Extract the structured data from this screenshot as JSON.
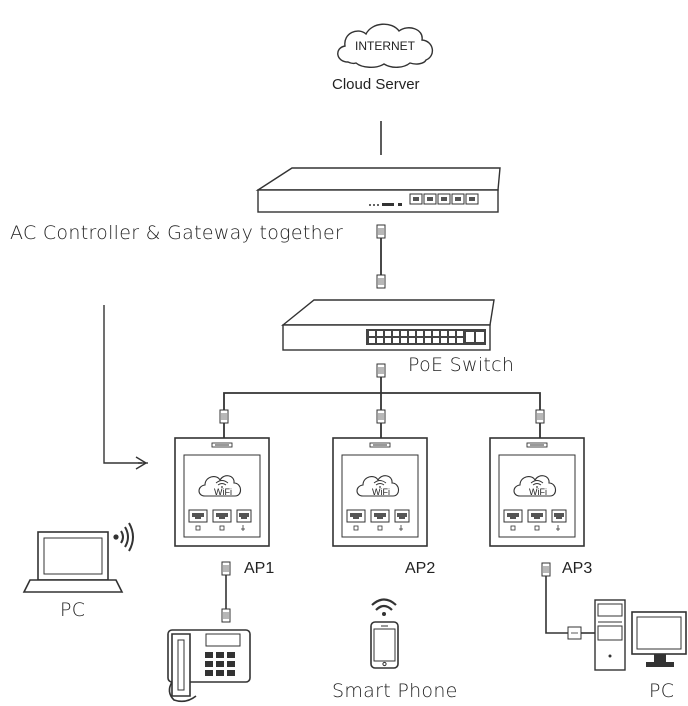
{
  "cloud": {
    "text": "INTERNET",
    "label": "Cloud Server"
  },
  "gateway": {
    "label": "AC Controller & Gateway together"
  },
  "switch": {
    "label": "PoE Switch"
  },
  "access_points": [
    {
      "label": "AP1",
      "badge": "WiFi"
    },
    {
      "label": "AP2",
      "badge": "WiFi"
    },
    {
      "label": "AP3",
      "badge": "WiFi"
    }
  ],
  "devices": {
    "laptop": {
      "label": "PC",
      "icon": "laptop-icon"
    },
    "desktop": {
      "label": "PC",
      "icon": "desktop-pc-icon"
    },
    "phone": {
      "label": "Smart Phone",
      "icon": "smartphone-icon"
    },
    "telephone": {
      "icon": "telephone-icon"
    }
  }
}
